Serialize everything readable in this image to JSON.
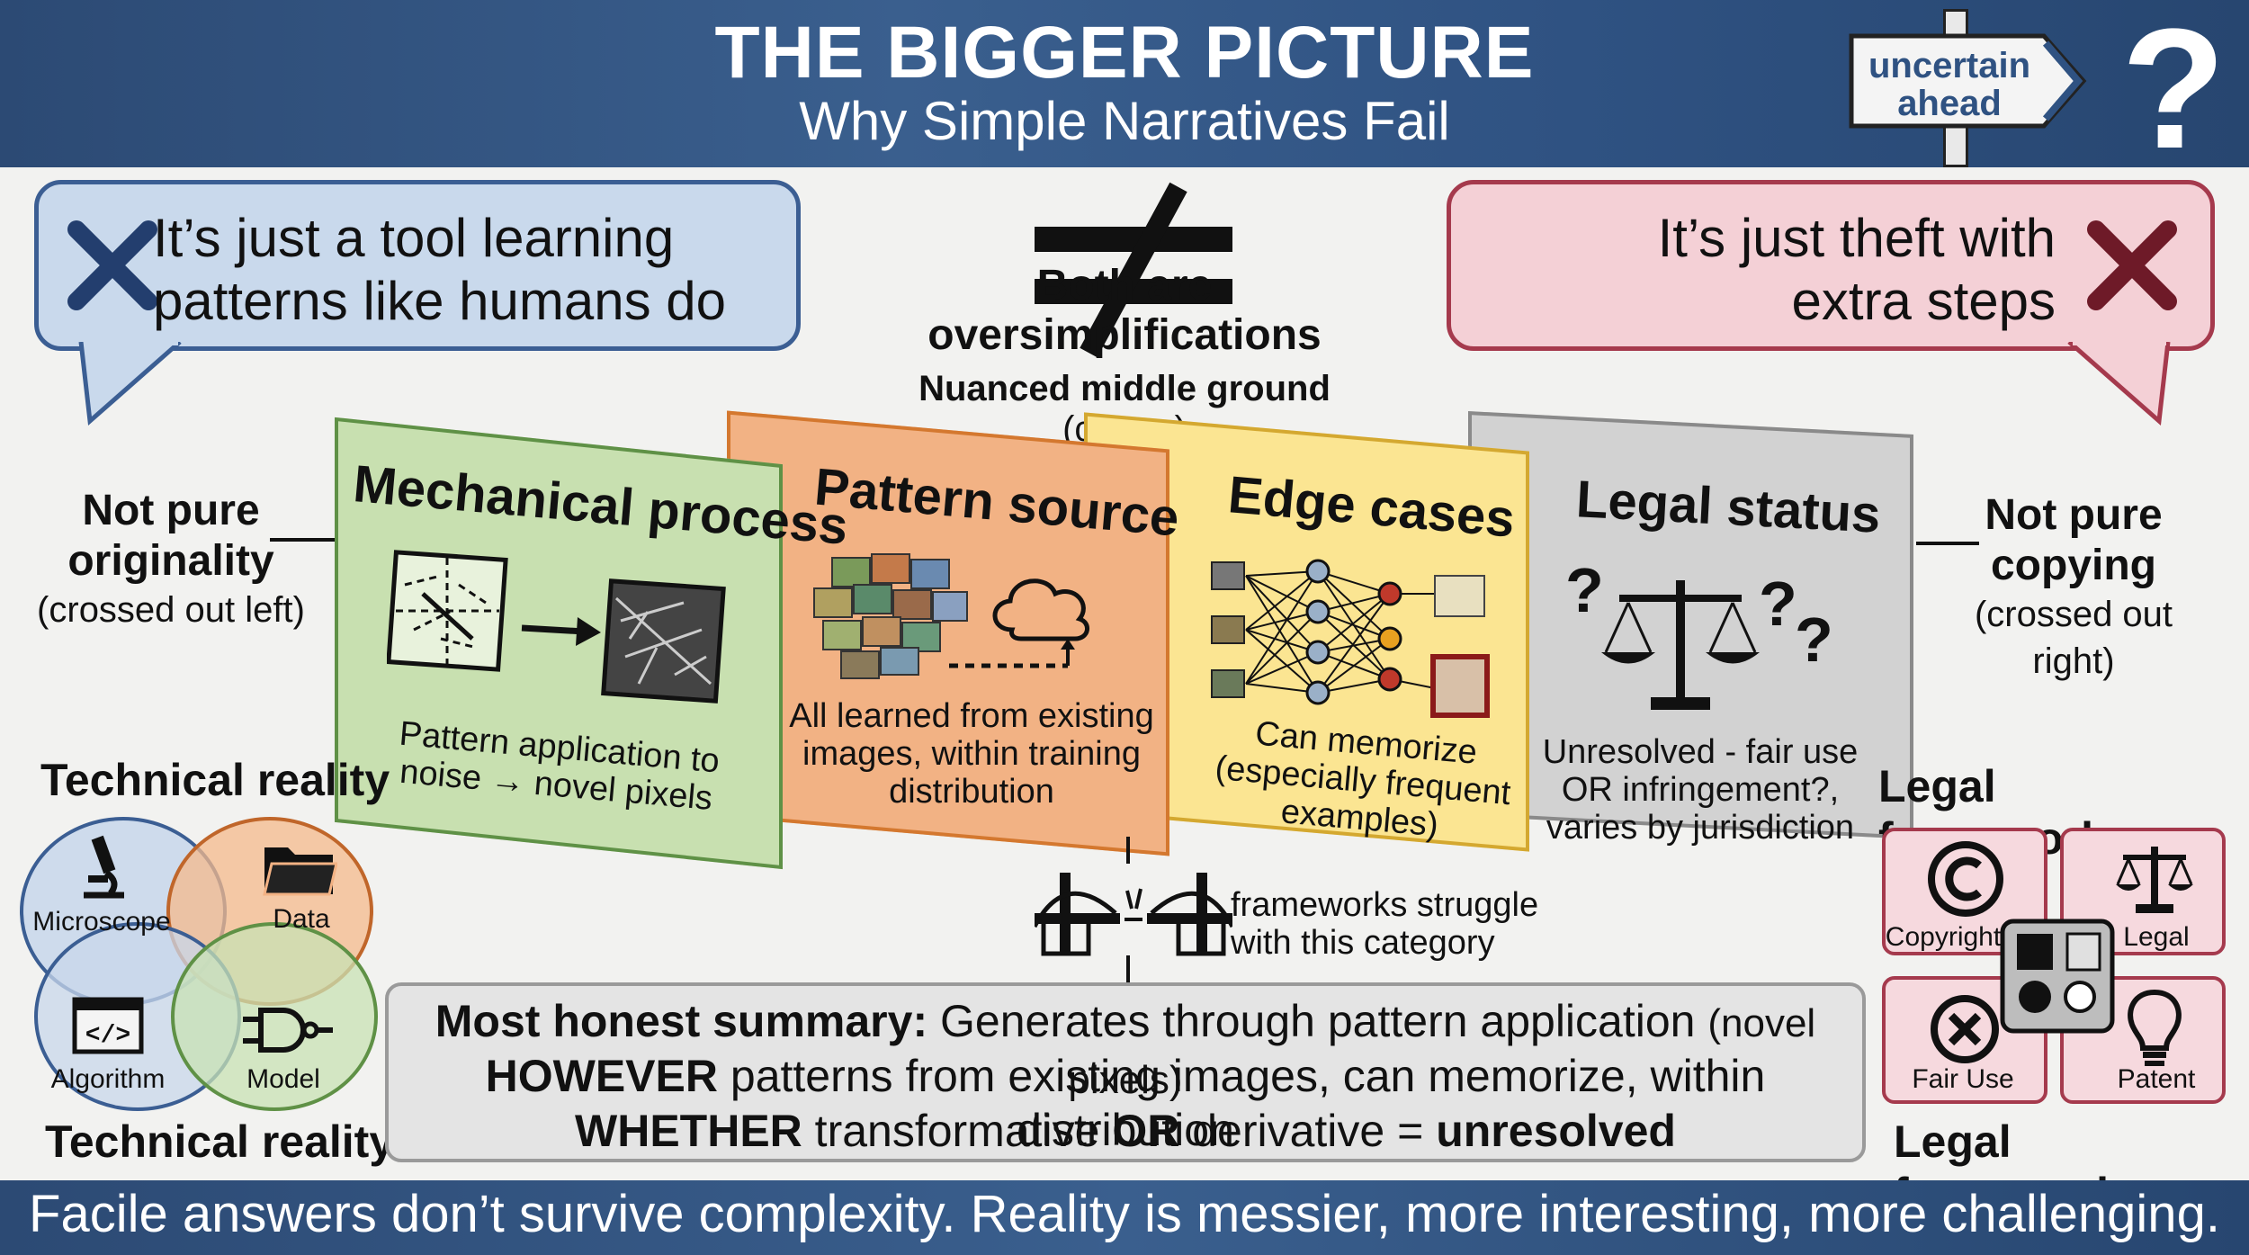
{
  "header": {
    "title": "THE BIGGER PICTURE",
    "subtitle": "Why Simple Narratives Fail",
    "sign_line1": "uncertain",
    "sign_line2": "ahead",
    "question_mark": "?"
  },
  "bubbles": {
    "left": {
      "line1": "It’s just a tool learning",
      "line2": "patterns like humans do"
    },
    "right": {
      "line1": "It’s just theft with",
      "line2": "extra steps"
    }
  },
  "center": {
    "both_prefix": "Both are ",
    "both_word": "oversimplifications",
    "nuanced_bold": "Nuanced middle ground",
    "nuanced_rest": " (center)"
  },
  "side_notes": {
    "left": {
      "line1": "Not pure",
      "line2": "originality",
      "sub": "(crossed out left)"
    },
    "right": {
      "line1": "Not pure",
      "line2": "copying",
      "sub": "(crossed out right)"
    }
  },
  "panels": [
    {
      "title": "Mechanical process",
      "desc1": "Pattern application to",
      "desc2": "noise → novel pixels",
      "desc3": ""
    },
    {
      "title": "Pattern source",
      "desc1": "All learned from existing",
      "desc2": "images, within training",
      "desc3": "distribution"
    },
    {
      "title": "Edge cases",
      "desc1": "Can memorize",
      "desc2": "(especially frequent",
      "desc3": "examples)"
    },
    {
      "title": "Legal status",
      "desc1": "Unresolved - fair use",
      "desc2": "OR infringement?,",
      "desc3": "varies by jurisdiction"
    }
  ],
  "technical": {
    "label_top": "Technical reality",
    "label_bottom": "Technical reality",
    "items": [
      "Microscope",
      "Data",
      "Algorithm",
      "Model"
    ]
  },
  "legal": {
    "label_top": "Legal frameworks",
    "label_bottom": "Legal frameworks",
    "items": [
      "Copyright",
      "Legal",
      "Fair Use",
      "Patent"
    ]
  },
  "bridge": {
    "line1": "frameworks struggle",
    "line2": "with this category"
  },
  "summary": {
    "l1_bold": "Most honest summary:",
    "l1_rest": " Generates through pattern application ",
    "l1_small": "(novel pixels)",
    "l2_bold": "HOWEVER",
    "l2_rest": " patterns from existing images, can memorize, within distribution",
    "l3_bold1": "WHETHER",
    "l3_mid1": " transformative ",
    "l3_bold2": "OR",
    "l3_mid2": " derivative = ",
    "l3_bold3": "unresolved"
  },
  "footer": "Facile answers don’t survive complexity. Reality is messier, more interesting, more challenging.",
  "colors": {
    "header_blue": "#2f5282",
    "bubble_blue": "#c9d9ec",
    "bubble_red": "#f4d0d6",
    "panel_green": "#c8e0b0",
    "panel_orange": "#f2b284",
    "panel_yellow": "#fbe592",
    "panel_gray": "#d2d2d2"
  }
}
